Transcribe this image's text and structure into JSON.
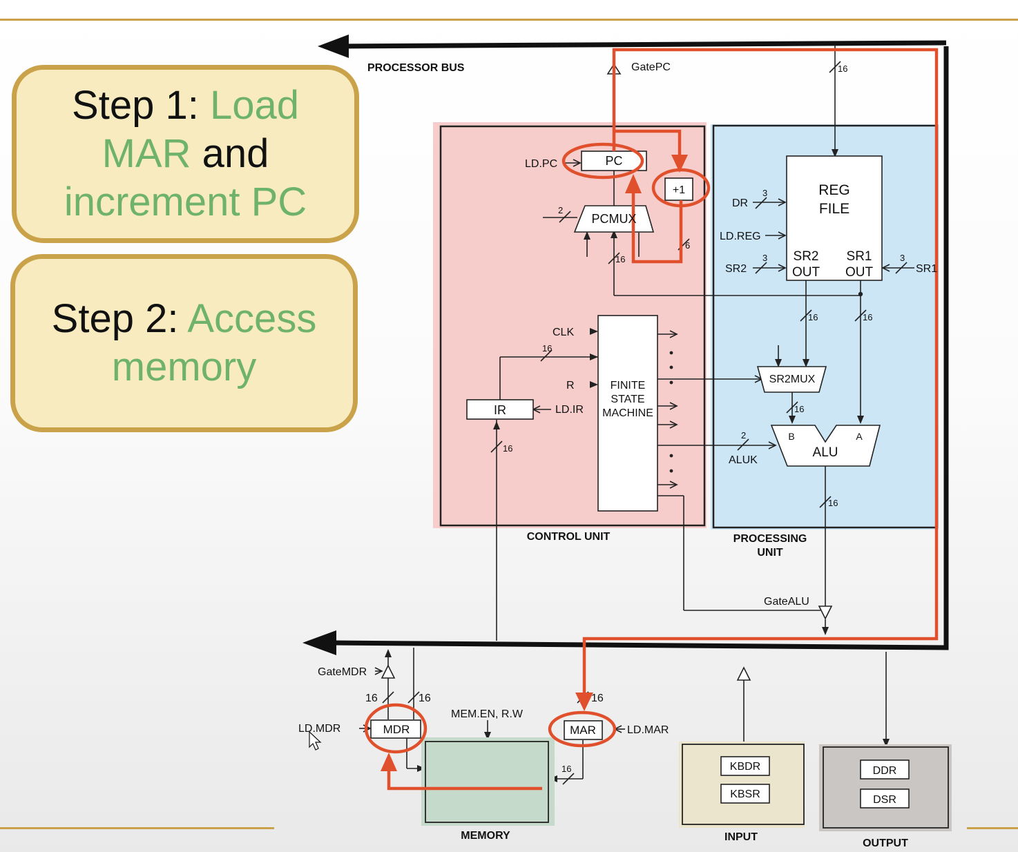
{
  "step1": {
    "prefix": "Step 1: ",
    "load": "Load",
    "mar": "MAR",
    "and": " and",
    "increment": "increment PC"
  },
  "step2": {
    "prefix": "Step 2: ",
    "access": "Access",
    "memory": "memory"
  },
  "colors": {
    "accent_gold": "#c9a24a",
    "box_fill": "#f7ebbf",
    "highlight_green": "#6fb36b",
    "path_red": "#e0502c",
    "control_unit_fill": "#f6cdca",
    "processing_unit_fill": "#cce6f6",
    "memory_fill": "#c6dacb",
    "input_fill": "#ebe5cd",
    "output_fill": "#cac6c3"
  },
  "icons": {
    "cursor": "mouse-pointer-icon"
  },
  "labels": {
    "processor_bus": "PROCESSOR BUS",
    "gate_pc": "GatePC",
    "w16": "16",
    "w2": "2",
    "w3": "3",
    "w6": "6",
    "ld_pc": "LD.PC",
    "pc": "PC",
    "plus1": "+1",
    "pcmux": "PCMUX",
    "reg": "REG",
    "file": "FILE",
    "dr": "DR",
    "ld_reg": "LD.REG",
    "sr2": "SR2",
    "sr1": "SR1",
    "out": "OUT",
    "sr1_in": "SR1",
    "clk": "CLK",
    "r": "R",
    "finite": "FINITE",
    "state": "STATE",
    "machine": "MACHINE",
    "ir": "IR",
    "ld_ir": "LD.IR",
    "sr2mux": "SR2MUX",
    "b": "B",
    "a": "A",
    "alu": "ALU",
    "aluk": "ALUK",
    "control_unit": "CONTROL UNIT",
    "processing": "PROCESSING",
    "unit": "UNIT",
    "gate_alu": "GateALU",
    "gate_mdr": "GateMDR",
    "ld_mdr": "LD.MDR",
    "mdr": "MDR",
    "mem_en_rw": "MEM.EN, R.W",
    "mar": "MAR",
    "ld_mar": "LD.MAR",
    "memory": "MEMORY",
    "kbdr": "KBDR",
    "kbsr": "KBSR",
    "input": "INPUT",
    "ddr": "DDR",
    "dsr": "DSR",
    "output": "OUTPUT"
  }
}
